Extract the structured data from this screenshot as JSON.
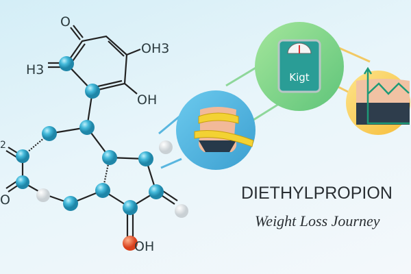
{
  "molecule_labels": {
    "o_top": "O",
    "oh3": "OH3",
    "h3": "H3",
    "oh_right": "OH",
    "oh_bottom": "OH",
    "left_2": "2",
    "left_o": "O"
  },
  "scale_label": "Kigt",
  "title": "DIETHYLPROPION",
  "subtitle": "Weight Loss Journey",
  "colors": {
    "atom": "#3fb4d6",
    "circle_blue": "#4fb6e0",
    "circle_green": "#7fd67f",
    "circle_yellow": "#f9cf55",
    "scale": "#2a9d96"
  }
}
